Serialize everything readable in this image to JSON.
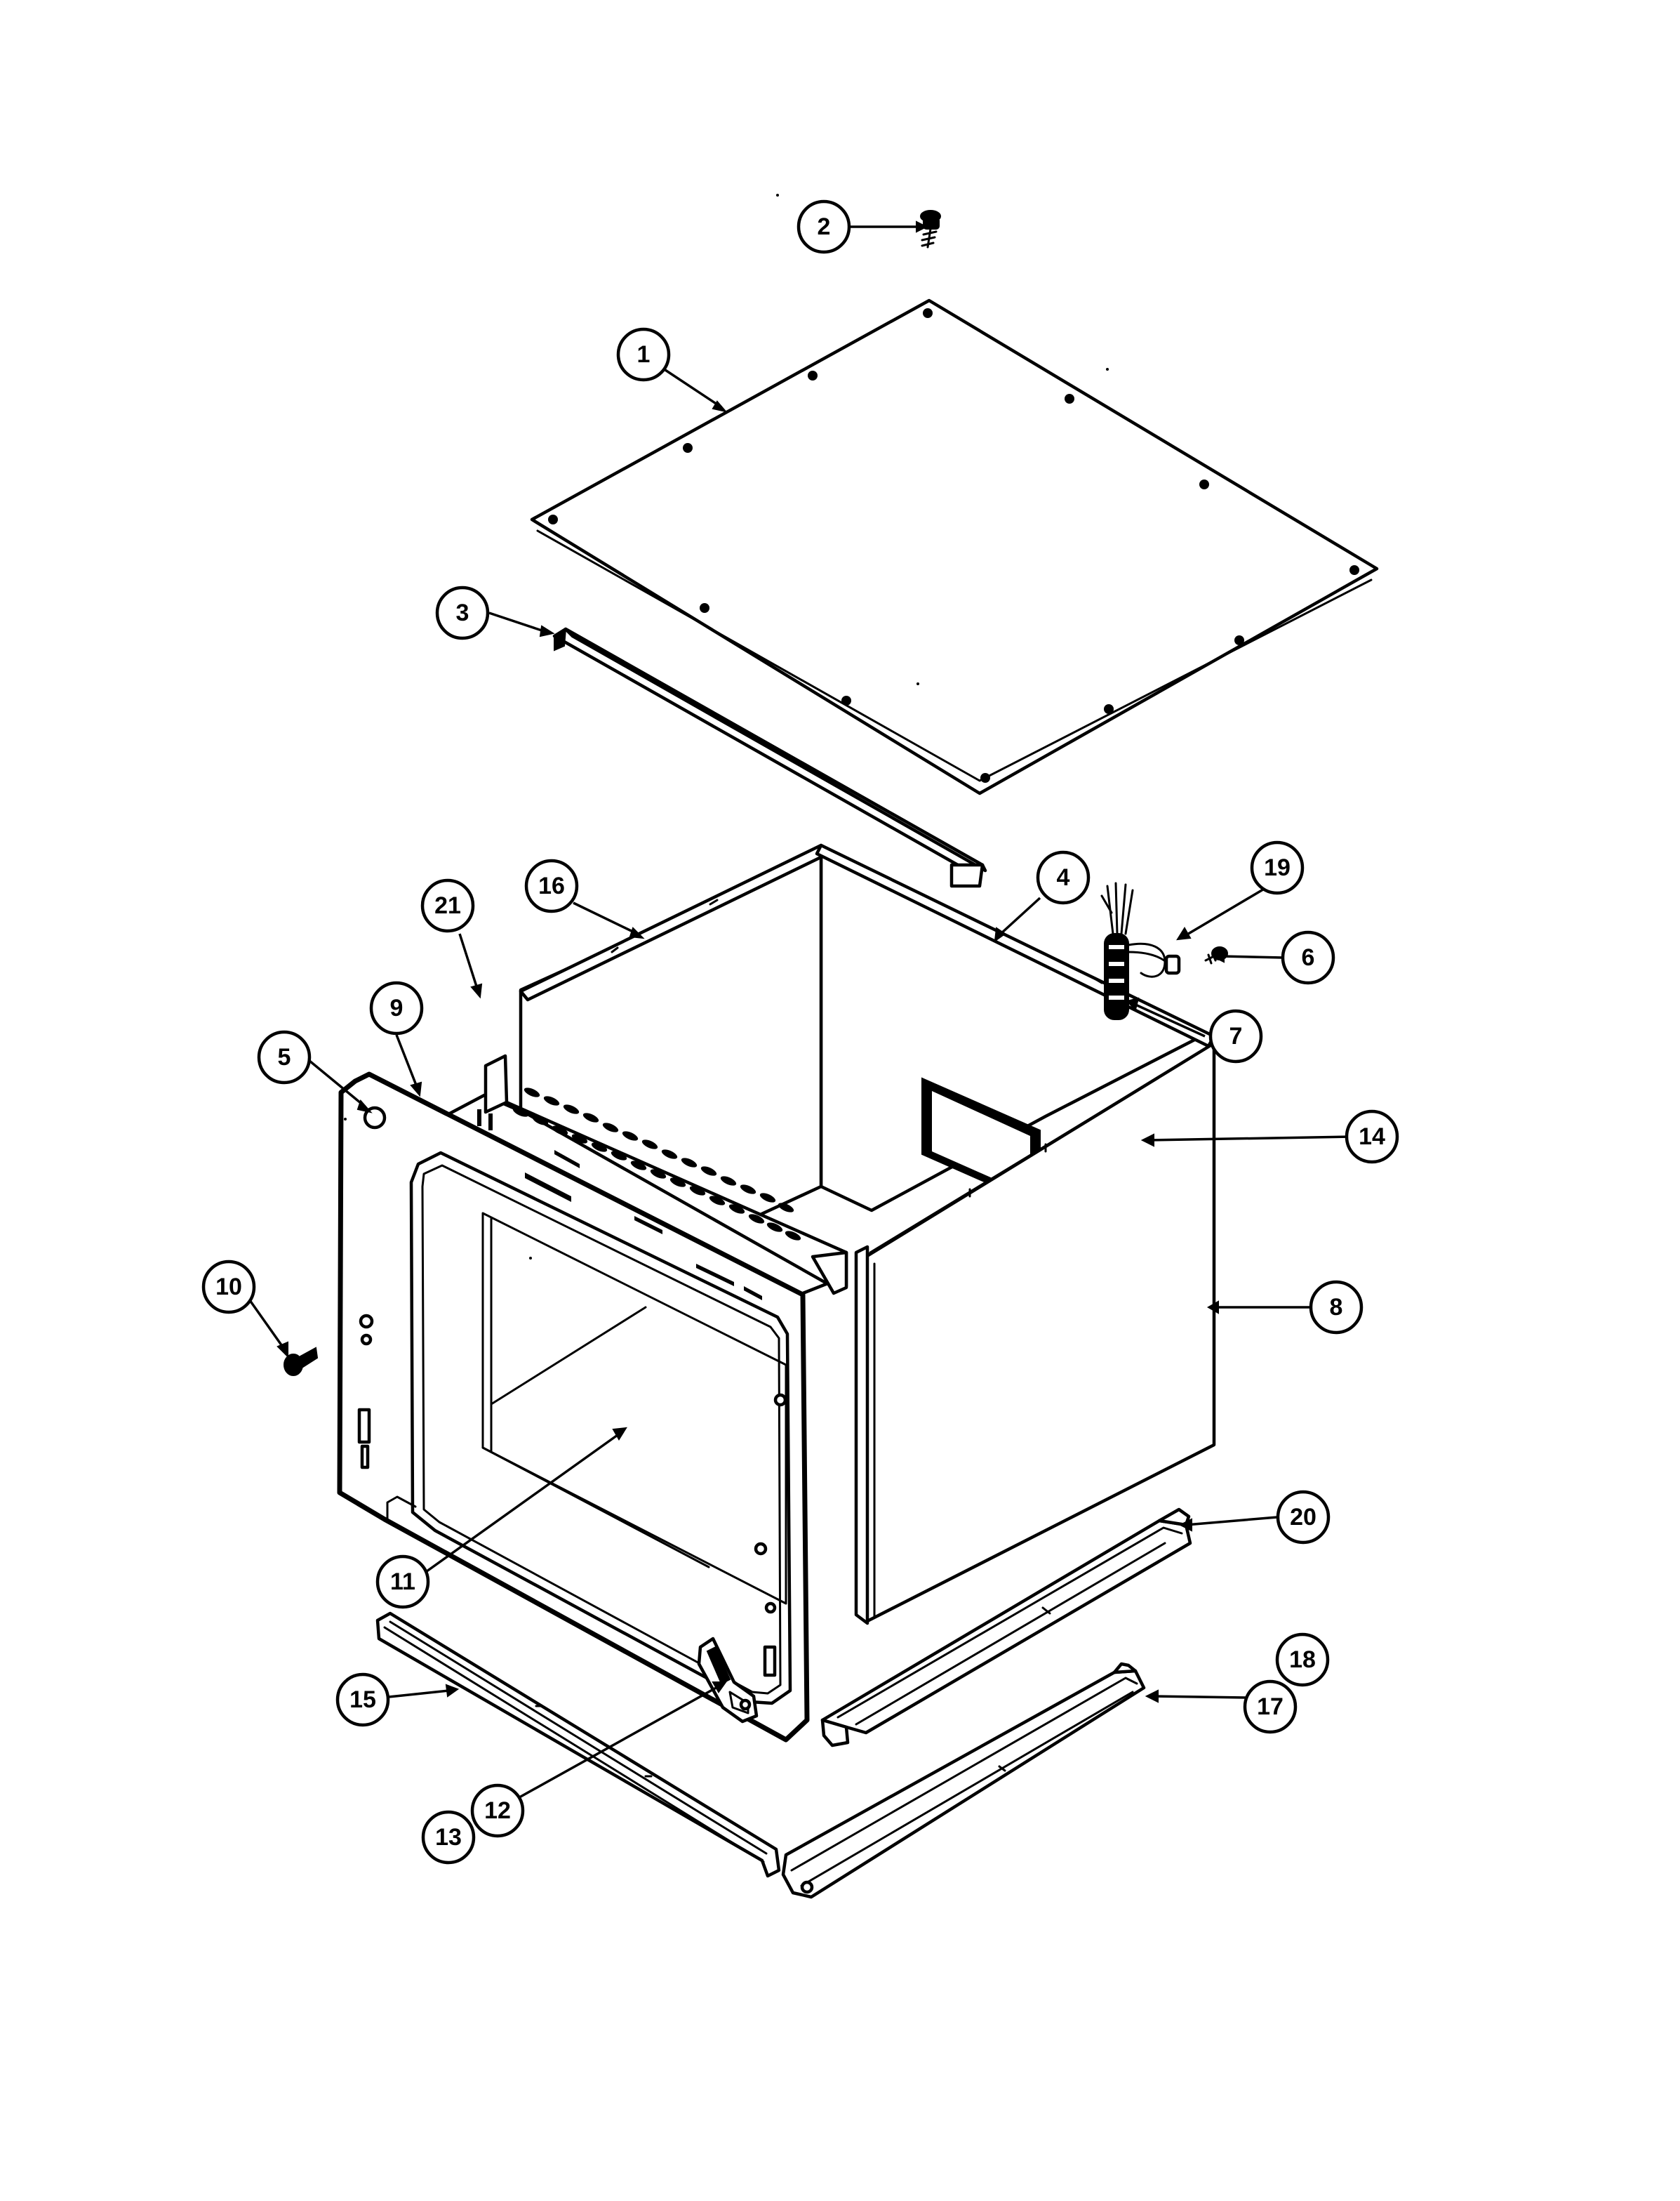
{
  "diagram": {
    "callouts": [
      {
        "id": "c1",
        "label": "1"
      },
      {
        "id": "c2",
        "label": "2"
      },
      {
        "id": "c3",
        "label": "3"
      },
      {
        "id": "c4",
        "label": "4"
      },
      {
        "id": "c5",
        "label": "5"
      },
      {
        "id": "c6",
        "label": "6"
      },
      {
        "id": "c7",
        "label": "7"
      },
      {
        "id": "c8",
        "label": "8"
      },
      {
        "id": "c9",
        "label": "9"
      },
      {
        "id": "c10",
        "label": "10"
      },
      {
        "id": "c11",
        "label": "11"
      },
      {
        "id": "c12",
        "label": "12"
      },
      {
        "id": "c13",
        "label": "13"
      },
      {
        "id": "c14",
        "label": "14"
      },
      {
        "id": "c15",
        "label": "15"
      },
      {
        "id": "c16",
        "label": "16"
      },
      {
        "id": "c17",
        "label": "17"
      },
      {
        "id": "c18",
        "label": "18"
      },
      {
        "id": "c19",
        "label": "19"
      },
      {
        "id": "c20",
        "label": "20"
      },
      {
        "id": "c21",
        "label": "21"
      }
    ],
    "colors": {
      "ink": "#000000",
      "paper": "#ffffff"
    }
  }
}
